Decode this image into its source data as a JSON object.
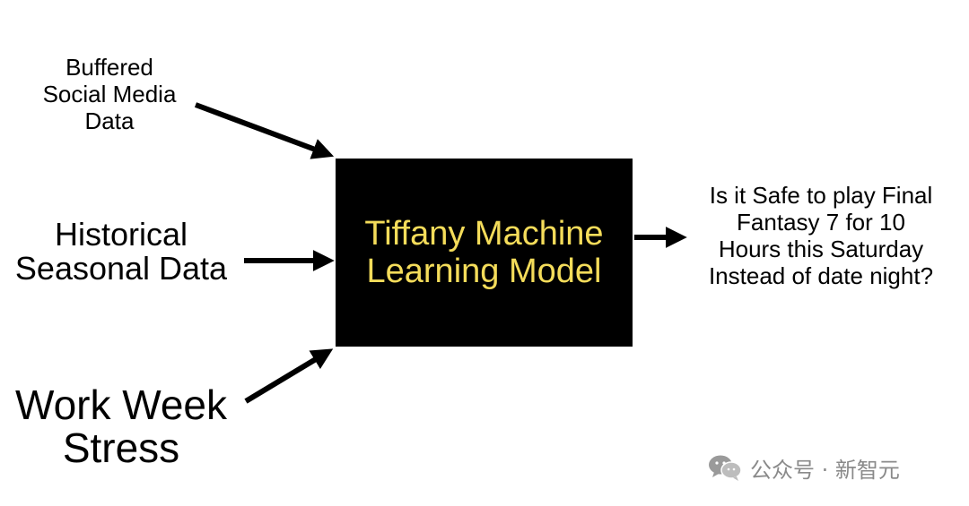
{
  "inputs": {
    "social_media": [
      "Buffered",
      "Social Media",
      "Data"
    ],
    "historical": [
      "Historical",
      "Seasonal Data"
    ],
    "stress": [
      "Work Week",
      "Stress"
    ]
  },
  "model": {
    "label": [
      "Tiffany Machine",
      "Learning Model"
    ],
    "box_color": "#000000",
    "text_color": "#f4dc5a"
  },
  "output": {
    "question": [
      "Is it Safe to play Final",
      "Fantasy 7 for 10",
      "Hours this Saturday",
      "Instead of date night?"
    ]
  },
  "watermark": {
    "icon": "wechat-icon",
    "text": "公众号 · 新智元"
  }
}
